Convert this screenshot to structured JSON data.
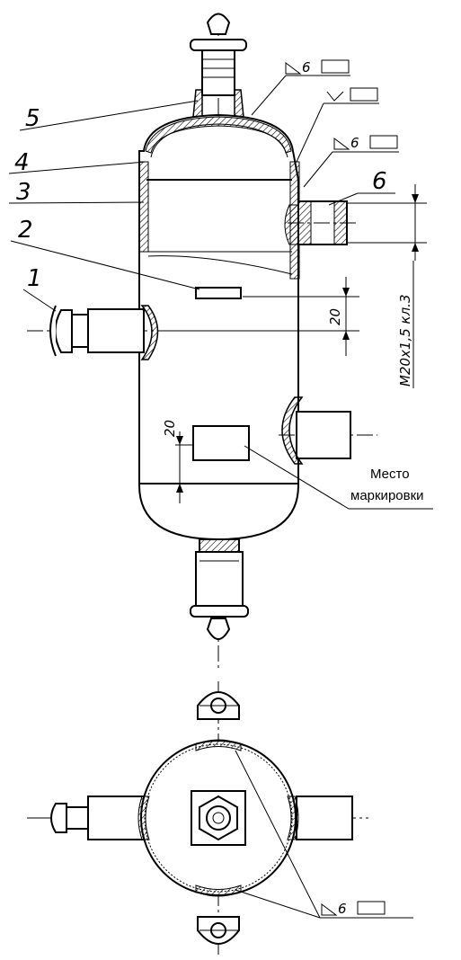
{
  "drawing": {
    "callouts": [
      {
        "id": "1",
        "text": "1"
      },
      {
        "id": "2",
        "text": "2"
      },
      {
        "id": "3",
        "text": "3"
      },
      {
        "id": "4",
        "text": "4"
      },
      {
        "id": "5",
        "text": "5"
      },
      {
        "id": "6",
        "text": "6"
      }
    ],
    "weld_value": "6",
    "dimensions": {
      "upper": "20",
      "lower": "20",
      "thread": "M20x1,5 кл.3"
    },
    "marking_note": {
      "line1": "Место",
      "line2": "маркировки"
    }
  }
}
